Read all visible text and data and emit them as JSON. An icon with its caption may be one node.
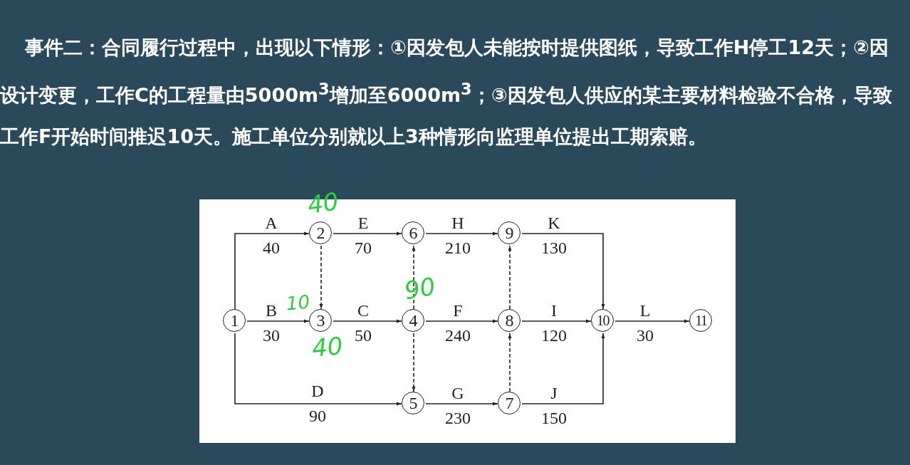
{
  "diagram": {
    "nodes": [
      {
        "text": [
          "1"
        ]
      },
      {
        "text": [
          "2"
        ]
      },
      {
        "text": [
          "3"
        ]
      },
      {
        "text": [
          "4"
        ]
      },
      {
        "text": [
          "5"
        ]
      },
      {
        "text": [
          "6"
        ]
      },
      {
        "text": [
          "7"
        ]
      },
      {
        "text": [
          "8"
        ]
      },
      {
        "text": [
          "9"
        ]
      },
      {
        "text": [
          "10"
        ]
      },
      {
        "text": [
          "11"
        ]
      }
    ],
    "edges": [
      {
        "from": 0,
        "to": 1,
        "arrow": "to",
        "label": "A 40"
      },
      {
        "from": 1,
        "to": 5,
        "arrow": "to",
        "label": "E 70"
      },
      {
        "from": 5,
        "to": 8,
        "arrow": "to",
        "label": "H 210"
      },
      {
        "from": 8,
        "to": 9,
        "arrow": "to",
        "label": "K 130"
      },
      {
        "from": 0,
        "to": 2,
        "arrow": "to",
        "label": "B 30"
      },
      {
        "from": 2,
        "to": 3,
        "arrow": "to",
        "label": "C 50"
      },
      {
        "from": 3,
        "to": 7,
        "arrow": "to",
        "label": "F 240"
      },
      {
        "from": 7,
        "to": 9,
        "arrow": "to",
        "label": "I 120"
      },
      {
        "from": 9,
        "to": 10,
        "arrow": "to",
        "label": "L 30"
      },
      {
        "from": 0,
        "to": 4,
        "arrow": "to",
        "label": "D 90"
      },
      {
        "from": 4,
        "to": 6,
        "arrow": "to",
        "label": "G 230"
      },
      {
        "from": 6,
        "to": 9,
        "arrow": "to",
        "label": "J 150"
      },
      {
        "from": 1,
        "to": 2,
        "arrow": "to",
        "style": "dashed"
      },
      {
        "from": 3,
        "to": 5,
        "arrow": "to",
        "style": "dashed"
      },
      {
        "from": 3,
        "to": 4,
        "arrow": "to",
        "style": "dashed"
      },
      {
        "from": 7,
        "to": 8,
        "arrow": "to",
        "style": "dashed"
      },
      {
        "from": 6,
        "to": 7,
        "arrow": "to",
        "style": "dashed"
      }
    ],
    "labels": [
      "事件二：合同履行过程中，出现以下情形：①因发包人未能按时提供图纸，导致工作H停工12天；②因设计变更，工作C的工程量由5000m$^{3}$增加至6000m$^{3}$；③因发包人供应的某主要材料检验不合格，导致工作F开始时间推迟10天。施工单位分别就以上3种情形向监理单位提出工期索赔。",
      "40",
      "10",
      "90",
      "40"
    ]
  }
}
